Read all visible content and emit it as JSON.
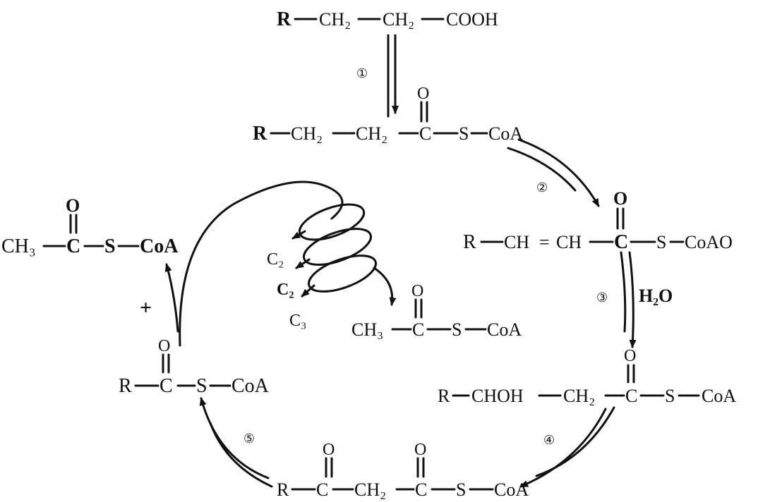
{
  "compounds": {
    "fatty_acid": [
      "R",
      "CH₂",
      "CH₂",
      "COOH"
    ],
    "acyl_coa": [
      "R",
      "CH₂",
      "CH₂",
      "C",
      "S",
      "CoA"
    ],
    "enoyl_coa": [
      "R",
      "CH",
      "=",
      "CH",
      "C",
      "S",
      "CoAO"
    ],
    "hydroxyacyl_coa": [
      "R",
      "CHOH",
      "CH₂",
      "C",
      "S",
      "CoA"
    ],
    "ketoacyl_coa": [
      "R",
      "C",
      "CH₂",
      "C",
      "S",
      "CoA"
    ],
    "shortened_acyl_coa": [
      "R",
      "C",
      "S",
      "CoA"
    ],
    "acetyl_coa_left": [
      "CH₃",
      "C",
      "S",
      "CoA"
    ],
    "acetyl_coa_center": [
      "CH₃",
      "C",
      "S",
      "CoA"
    ]
  },
  "carbonyl_oxygen": "O",
  "plus_sign": "+",
  "water": "H₂O",
  "c2_units": [
    "C₂",
    "C₂",
    "C₃"
  ],
  "steps": [
    "①",
    "②",
    "③",
    "④",
    "⑤"
  ]
}
